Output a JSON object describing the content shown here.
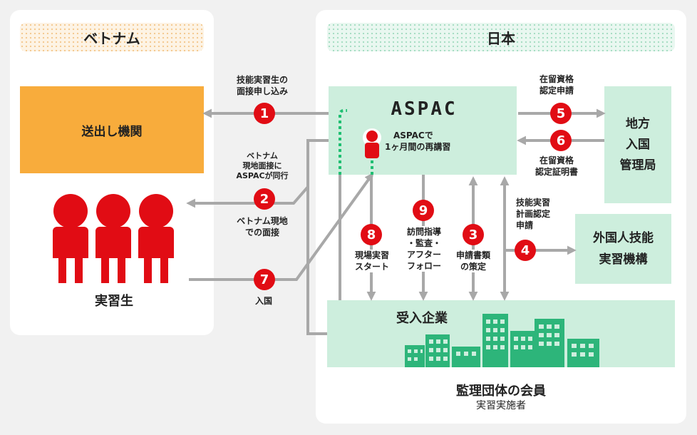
{
  "regions": {
    "vietnam": "ベトナム",
    "japan": "日本"
  },
  "nodes": {
    "sending_org": "送出し機関",
    "trainees": "実習生",
    "aspac_logo": "ASPAC",
    "aspac_note": [
      "ASPACで",
      "1ヶ月間の再講習"
    ],
    "immigration": [
      "地方",
      "入国",
      "管理局"
    ],
    "otit": [
      "外国人技能",
      "実習機構"
    ],
    "company": "受入企業",
    "member_title": "監理団体の会員",
    "member_sub": "実習実施者"
  },
  "steps": [
    {
      "n": "1",
      "label": [
        "技能実習生の",
        "面接申し込み"
      ]
    },
    {
      "n": "2",
      "label_top": [
        "ベトナム",
        "現地面接に",
        "ASPACが同行"
      ],
      "label_bottom": [
        "ベトナム現地",
        "での面接"
      ]
    },
    {
      "n": "3",
      "label": [
        "申請書類",
        "の策定"
      ]
    },
    {
      "n": "4",
      "label": [
        "技能実習",
        "計画認定",
        "申請"
      ]
    },
    {
      "n": "5",
      "label": [
        "在留資格",
        "認定申請"
      ]
    },
    {
      "n": "6",
      "label": [
        "在留資格",
        "認定証明書"
      ]
    },
    {
      "n": "7",
      "label": [
        "入国"
      ]
    },
    {
      "n": "8",
      "label": [
        "現場実習",
        "スタート"
      ]
    },
    {
      "n": "9",
      "label": [
        "訪問指導",
        "・監査・",
        "アフター",
        "フォロー"
      ]
    }
  ],
  "colors": {
    "red": "#e10c14",
    "orange": "#f8ac3c",
    "green": "#cdeedd",
    "arrow": "#a8a8a8",
    "building": "#2db57a"
  },
  "icons": [
    "person-icon",
    "building-icon",
    "arrow-icon"
  ]
}
